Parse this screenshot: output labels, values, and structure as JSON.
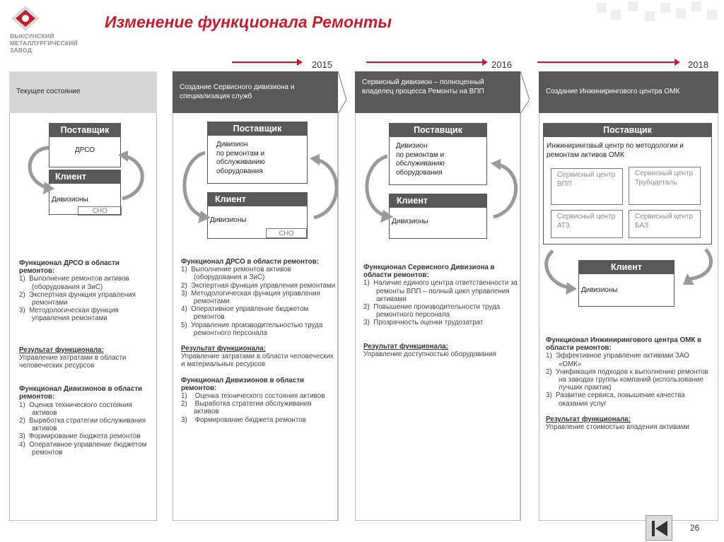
{
  "header": {
    "company_lines": [
      "ВЫКСУНСКИЙ",
      "МЕТАЛЛУРГИЧЕСКИЙ",
      "ЗАВОД"
    ],
    "title": "Изменение  функционала Ремонты"
  },
  "years": [
    "2015",
    "2016",
    "2018"
  ],
  "columns": [
    {
      "header": "Текущее состояние",
      "supplier": {
        "title": "Поставщик",
        "text": "ДРСО"
      },
      "client": {
        "title": "Клиент",
        "text": "Дивизионы",
        "sub": "СНО"
      },
      "sections": [
        {
          "heading": "Функционал ДРСО в области ремонтов:",
          "items": [
            "1)  Выполнение ремонтов активов (оборудования и ЗиС)",
            "2)  Экспертная функция управления ремонтами",
            "3)  Методологическая функция управления ремонтами"
          ]
        },
        {
          "heading": "Результат функционала:",
          "text": "Управление затратами в области человеческих ресурсов"
        },
        {
          "heading": "Функционал Дивизионов в области ремонтов:",
          "items": [
            "1)  Оценка технического состояния активов",
            "2)  Выработка стратегии обслуживания активов",
            "3)  Формирование бюджета ремонтов",
            "4)  Оперативное управление бюджетом ремонтов"
          ]
        }
      ]
    },
    {
      "header": "Создание Сервисного дивизиона и специализация служб",
      "supplier": {
        "title": "Поставщик",
        "text": "Дивизион\nпо ремонтам и\nобслуживанию\nоборудования"
      },
      "client": {
        "title": "Клиент",
        "text": "Дивизионы",
        "sub": "СНО"
      },
      "sections": [
        {
          "heading": "Функционал ДРСО в области ремонтов:",
          "items": [
            "1)  Выполнение ремонтов активов (оборудования и ЗиС)",
            "2)  Экспертная функция управления ремонтами",
            "3)  Методологическая функция управления ремонтами",
            "4)  Оперативное управление бюджетом ремонтов",
            "5)  Управление производительностью труда ремонтного персонала"
          ]
        },
        {
          "heading": "Результат функционала:",
          "text": "Управление затратами в области человеческих и материальных ресурсов"
        },
        {
          "heading": "Функционал Дивизионов в области ремонтов:",
          "items": [
            "1)    Оценка технического состояния активов",
            "2)    Выработка стратегии обслуживания активов",
            "3)    Формирование бюджета ремонтов"
          ]
        }
      ]
    },
    {
      "header": "Сервисный дивизион – полноценный владелец процесса Ремонты на ВПП",
      "supplier": {
        "title": "Поставщик",
        "text": "Дивизион\nпо ремонтам и\nобслуживанию\nоборудования"
      },
      "client": {
        "title": "Клиент",
        "text": "Дивизионы"
      },
      "sections": [
        {
          "heading": "Функционал Сервисного Дивизиона в области ремонтов:",
          "items": [
            "1)  Наличие единого центра ответственности за ремонты ВПП – полный цикл управления активами",
            "2)  Повышение производительности труда ремонтного персонала",
            "3)  Прозрачность оценки трудозатрат"
          ]
        },
        {
          "heading": "Результат функционала:",
          "text": "Управление доступностью оборудования"
        }
      ]
    },
    {
      "header": "Создание Инжинирингового центра ОМК",
      "supplier": {
        "title": "Поставщик",
        "text": "Инжиниринговый центр по методологии и ремонтам активов ОМК",
        "centers": [
          "Сервисный центр ВПП",
          "Сервисный центр Трубодеталь",
          "Сервисный центр АТЗ",
          "Сервисный центр БАЗ"
        ]
      },
      "client": {
        "title": "Клиент",
        "text": "Дивизионы"
      },
      "sections": [
        {
          "heading": "Функционал Инжинирингового центра ОМК в области ремонтов:",
          "items": [
            "1)  Эффективное управление активами ЗАО «ОМК»",
            "2)  Унификация подходов к выполнению ремонтов на заводах группы компаний (использование лучших практик)",
            "3)  Развитие сервиса, повышение качества оказания услуг"
          ]
        },
        {
          "heading": "Результат функционала:",
          "text": "Управление стоимостью владения активами"
        }
      ]
    }
  ],
  "footer": {
    "page": "26"
  },
  "colors": {
    "accent": "#c01f2f",
    "header_dark": "#595959",
    "header_grey": "#d6d6d6"
  }
}
